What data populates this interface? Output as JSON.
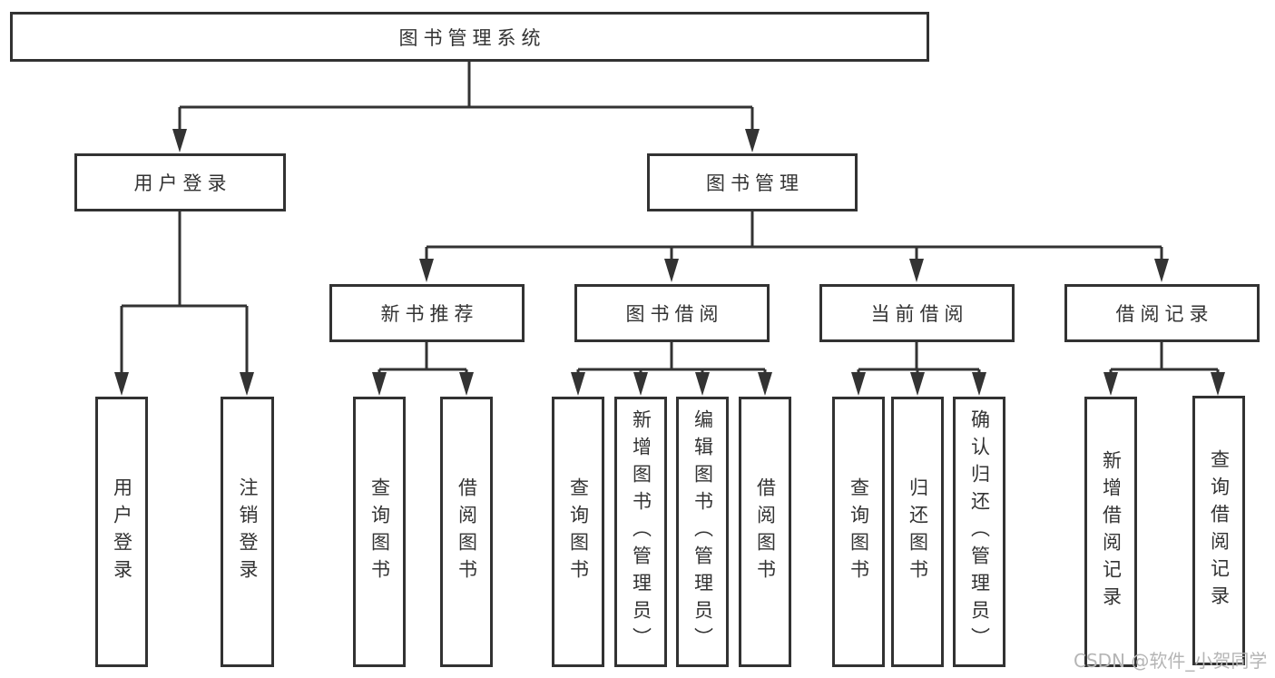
{
  "colors": {
    "background": "#ffffff",
    "line": "#333333",
    "box_border": "#323232",
    "text": "#333333",
    "watermark": "#b5b5b5"
  },
  "tree": {
    "root": {
      "label": "图书管理系统"
    },
    "children": [
      {
        "label": "用户登录",
        "children": [
          {
            "label": "用户登录"
          },
          {
            "label": "注销登录"
          }
        ]
      },
      {
        "label": "图书管理",
        "children": [
          {
            "label": "新书推荐",
            "children": [
              {
                "label": "查询图书"
              },
              {
                "label": "借阅图书"
              }
            ]
          },
          {
            "label": "图书借阅",
            "children": [
              {
                "label": "查询图书"
              },
              {
                "label": "新增图书（管理员）"
              },
              {
                "label": "编辑图书（管理员）"
              },
              {
                "label": "借阅图书"
              }
            ]
          },
          {
            "label": "当前借阅",
            "children": [
              {
                "label": "查询图书"
              },
              {
                "label": "归还图书"
              },
              {
                "label": "确认归还（管理员）"
              }
            ]
          },
          {
            "label": "借阅记录",
            "children": [
              {
                "label": "新增借阅记录"
              },
              {
                "label": "查询借阅记录"
              }
            ]
          }
        ]
      }
    ]
  },
  "watermark": {
    "label": "CSDN @软件_小贺同学"
  }
}
